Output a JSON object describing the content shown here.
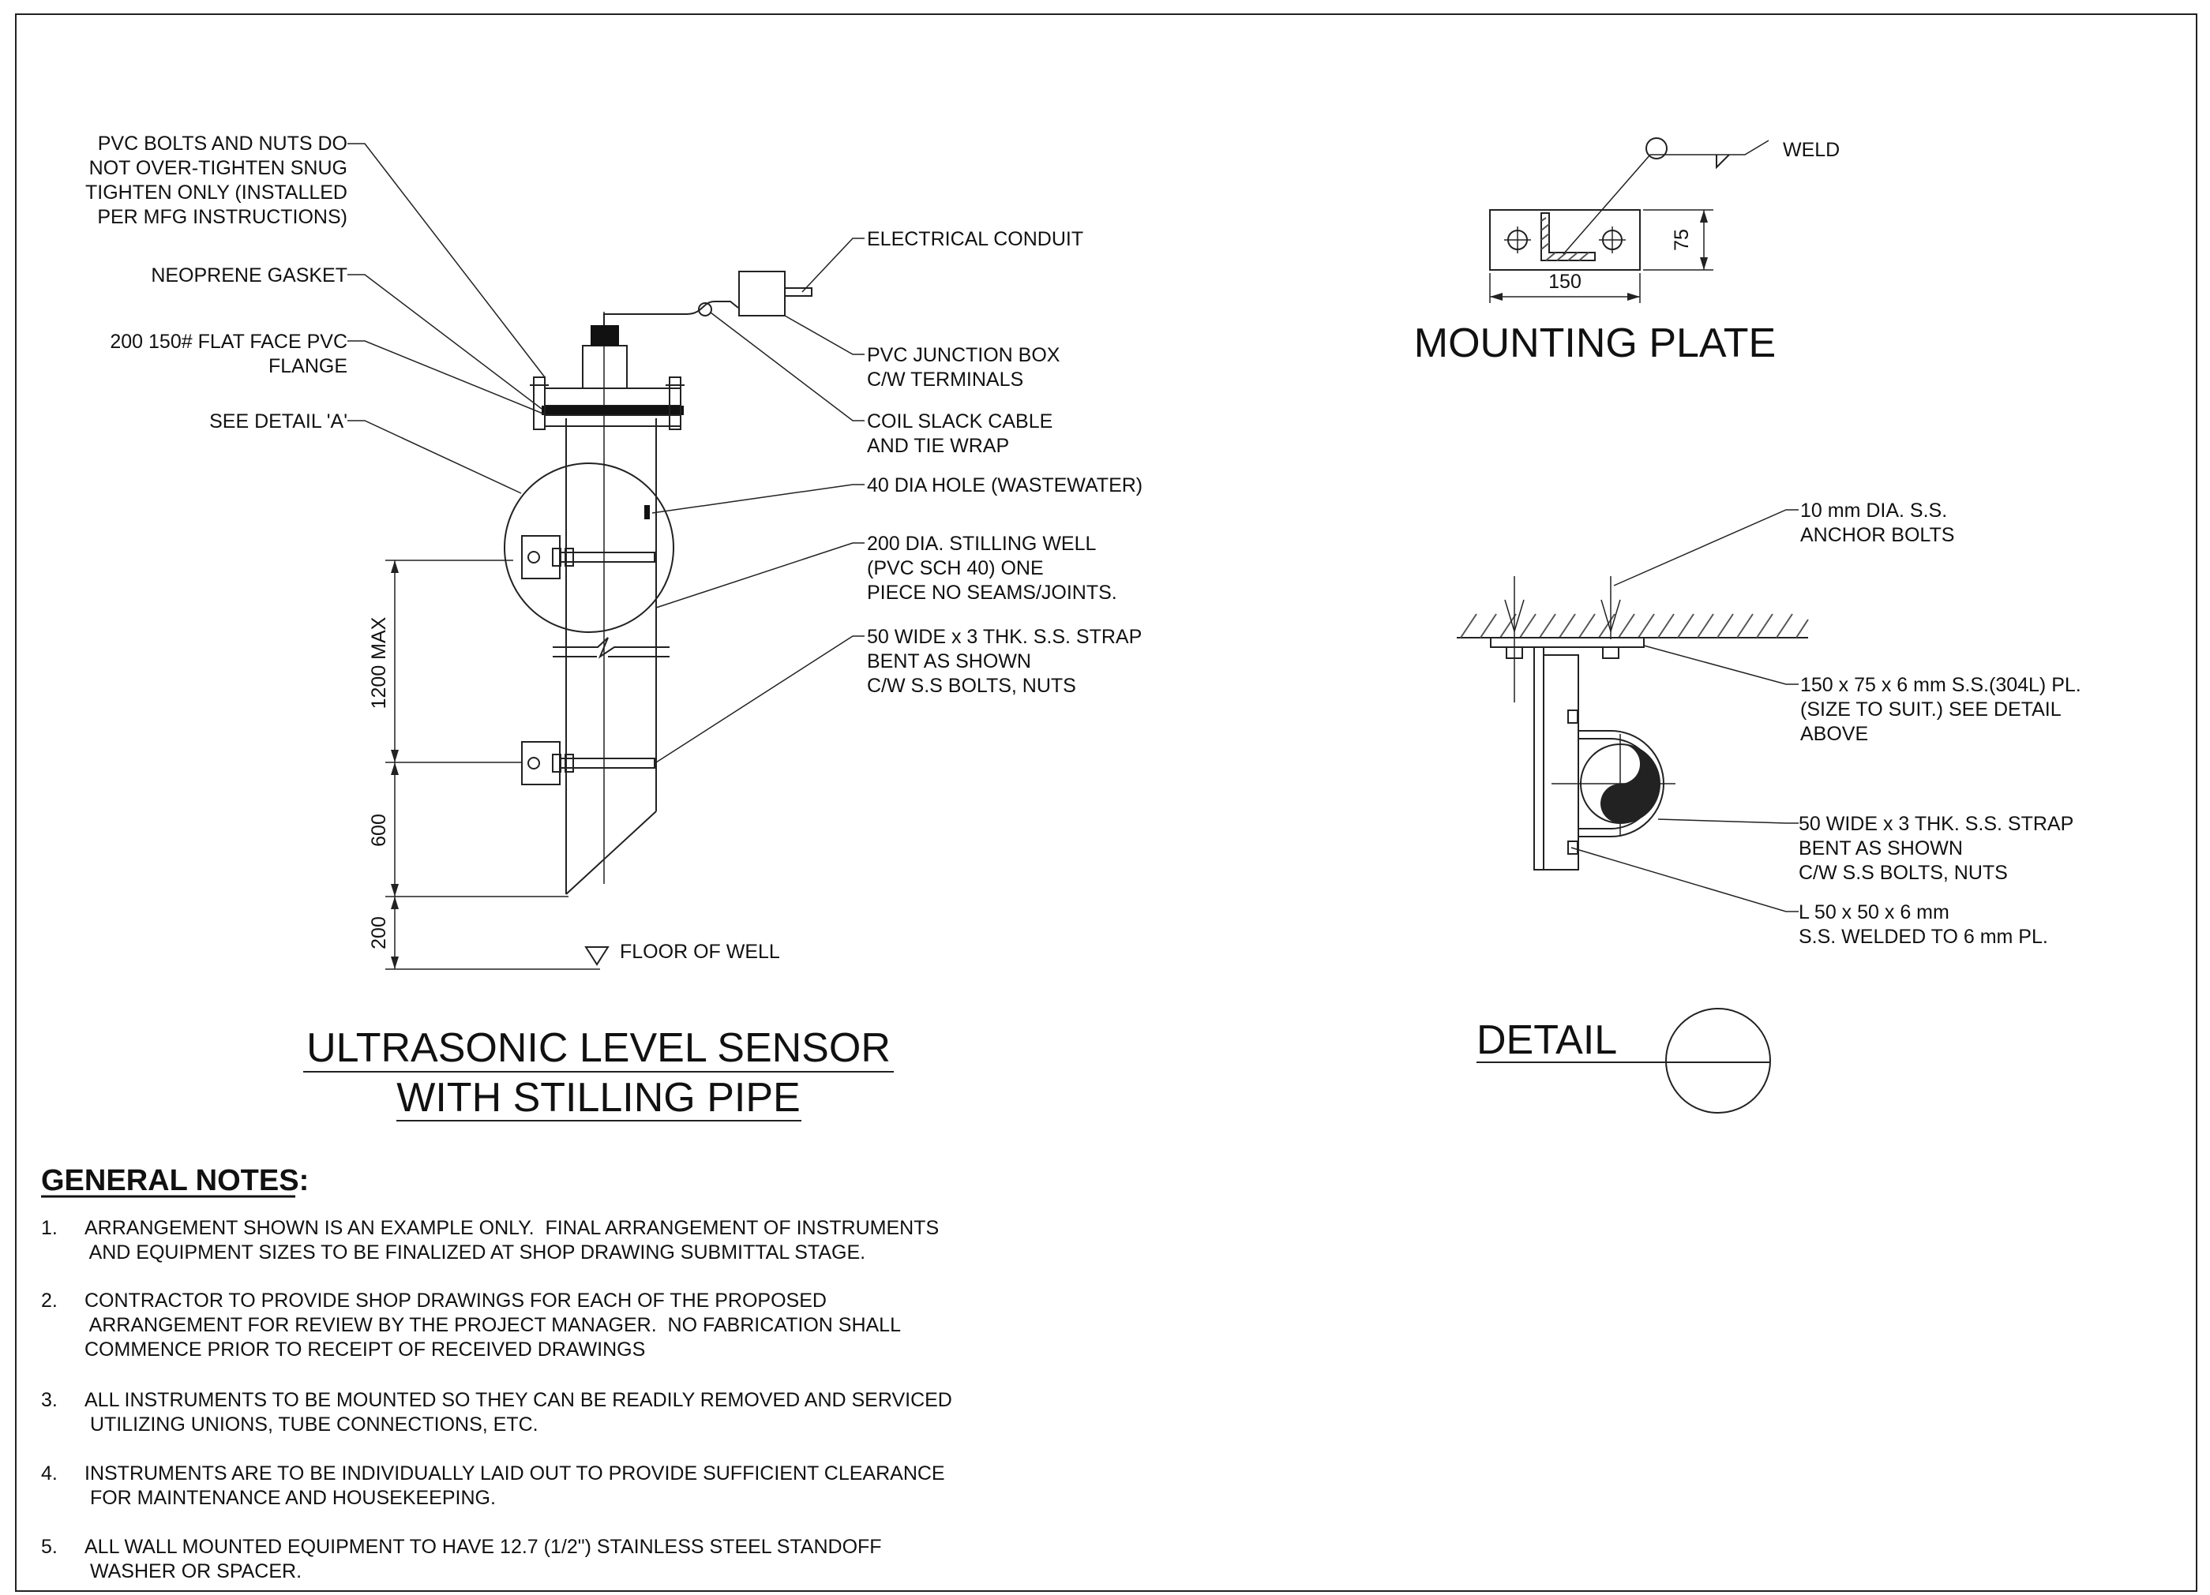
{
  "sensor_callouts": {
    "pvc_bolts": [
      "PVC BOLTS AND NUTS DO",
      "NOT OVER-TIGHTEN SNUG",
      "TIGHTEN ONLY (INSTALLED",
      "PER MFG INSTRUCTIONS)"
    ],
    "gasket": [
      "NEOPRENE GASKET"
    ],
    "flange": [
      "200 150# FLAT FACE PVC",
      "FLANGE"
    ],
    "see_detail": [
      "SEE DETAIL 'A'"
    ],
    "conduit": [
      "ELECTRICAL CONDUIT"
    ],
    "junction_box": [
      "PVC JUNCTION BOX",
      "C/W TERMINALS"
    ],
    "coil_slack": [
      "COIL SLACK CABLE",
      "AND TIE WRAP"
    ],
    "hole": [
      "40 DIA HOLE (WASTEWATER)"
    ],
    "stilling_well": [
      "200 DIA. STILLING WELL",
      "(PVC SCH 40) ONE",
      "PIECE NO SEAMS/JOINTS."
    ],
    "strap": [
      "50 WIDE x 3 THK. S.S. STRAP",
      "BENT AS SHOWN",
      "C/W S.S BOLTS, NUTS"
    ]
  },
  "dimensions": {
    "d1200": "1200 MAX",
    "d600": "600",
    "d200": "200",
    "w150": "150",
    "h75": "75"
  },
  "floor_label": "FLOOR OF WELL",
  "main_title": [
    "ULTRASONIC LEVEL SENSOR",
    "WITH STILLING PIPE"
  ],
  "mounting_plate": {
    "title": "MOUNTING PLATE",
    "weld": "WELD"
  },
  "detail_callouts": {
    "anchor_bolts": [
      "10 mm DIA. S.S.",
      "ANCHOR BOLTS"
    ],
    "plate": [
      "150 x 75 x 6 mm S.S.(304L) PL.",
      "(SIZE TO  SUIT.) SEE DETAIL",
      "ABOVE"
    ],
    "strap": [
      "50 WIDE x 3 THK. S.S. STRAP",
      "BENT AS SHOWN",
      "C/W S.S BOLTS, NUTS"
    ],
    "angle": [
      "L 50 x 50 x 6 mm",
      "S.S.    WELDED TO 6 mm PL."
    ]
  },
  "detail_title": "DETAIL",
  "notes": {
    "title": "GENERAL NOTES:",
    "items": [
      {
        "num": "1.",
        "lines": [
          "ARRANGEMENT SHOWN IS AN EXAMPLE ONLY.  FINAL ARRANGEMENT OF INSTRUMENTS",
          " AND EQUIPMENT SIZES TO BE FINALIZED AT SHOP DRAWING SUBMITTAL STAGE."
        ]
      },
      {
        "num": "2.",
        "lines": [
          "CONTRACTOR TO PROVIDE SHOP DRAWINGS FOR EACH OF THE PROPOSED",
          " ARRANGEMENT FOR REVIEW BY THE PROJECT MANAGER.  NO FABRICATION SHALL",
          "COMMENCE PRIOR TO RECEIPT OF RECEIVED DRAWINGS"
        ]
      },
      {
        "num": "3.",
        "lines": [
          "ALL INSTRUMENTS TO BE MOUNTED SO THEY CAN BE READILY REMOVED AND SERVICED",
          " UTILIZING UNIONS, TUBE CONNECTIONS, ETC."
        ]
      },
      {
        "num": "4.",
        "lines": [
          "INSTRUMENTS ARE TO BE INDIVIDUALLY LAID OUT TO PROVIDE SUFFICIENT CLEARANCE",
          " FOR MAINTENANCE AND HOUSEKEEPING."
        ]
      },
      {
        "num": "5.",
        "lines": [
          "ALL WALL MOUNTED EQUIPMENT TO HAVE 12.7 (1/2\") STAINLESS STEEL STANDOFF",
          " WASHER OR SPACER."
        ]
      }
    ]
  }
}
